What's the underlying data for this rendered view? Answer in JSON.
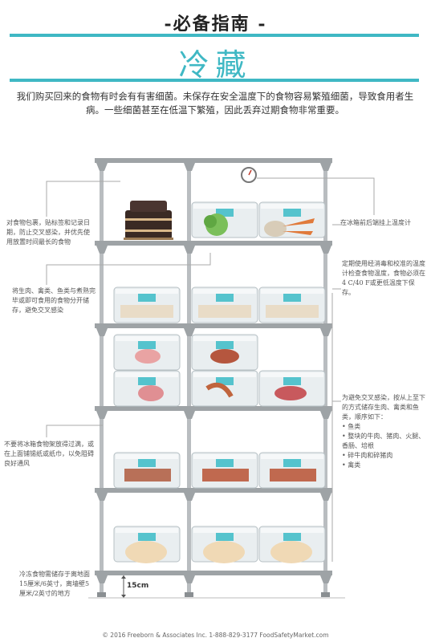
{
  "header": {
    "pretitle": "-必备指南 -",
    "title": "冷藏"
  },
  "intro": "我们购买回来的食物有时会有有害细菌。未保存在安全温度下的食物容易繁殖细菌，导致食用者生病。一些细菌甚至在低温下繁殖，因此丢弃过期食物非常重要。",
  "notes": {
    "left_1": "对食物包裹，贴标签和记录日期，防止交叉感染，并优先使用放置时间最长的食物",
    "left_2": "将生肉、禽类、鱼类与煮熟完毕或即可食用的食物分开储存，避免交叉感染",
    "left_3": "不要将冰箱食物架放得过满，或在上面铺锡纸或纸巾，以免阻碍良好通风",
    "left_4": "冷冻食物需储存于离地面15厘米/6英寸，离墙壁5厘米/2英寸的地方",
    "right_1": "在冰箱前后端挂上温度计",
    "right_2": "定期使用经消毒和校准的温度计检查食物温度，食物必须在4 C/40 F或更低温度下保存。",
    "right_3_intro": "为避免交叉感染，按从上至下的方式储存生肉、禽类和鱼类，顺序如下：",
    "right_3_items": [
      "鱼类",
      "整块的牛肉、猪肉、火腿、香肠、培根",
      "碎牛肉和碎猪肉",
      "禽类"
    ]
  },
  "floor_gap_label": "15cm",
  "footer": "© 2016 Freeborn & Associates Inc. 1-888-829-3177 FoodSafetyMarket.com",
  "colors": {
    "accent": "#3fb8c4",
    "shelf": "#9ea3a6",
    "post": "#b9bdc0"
  }
}
